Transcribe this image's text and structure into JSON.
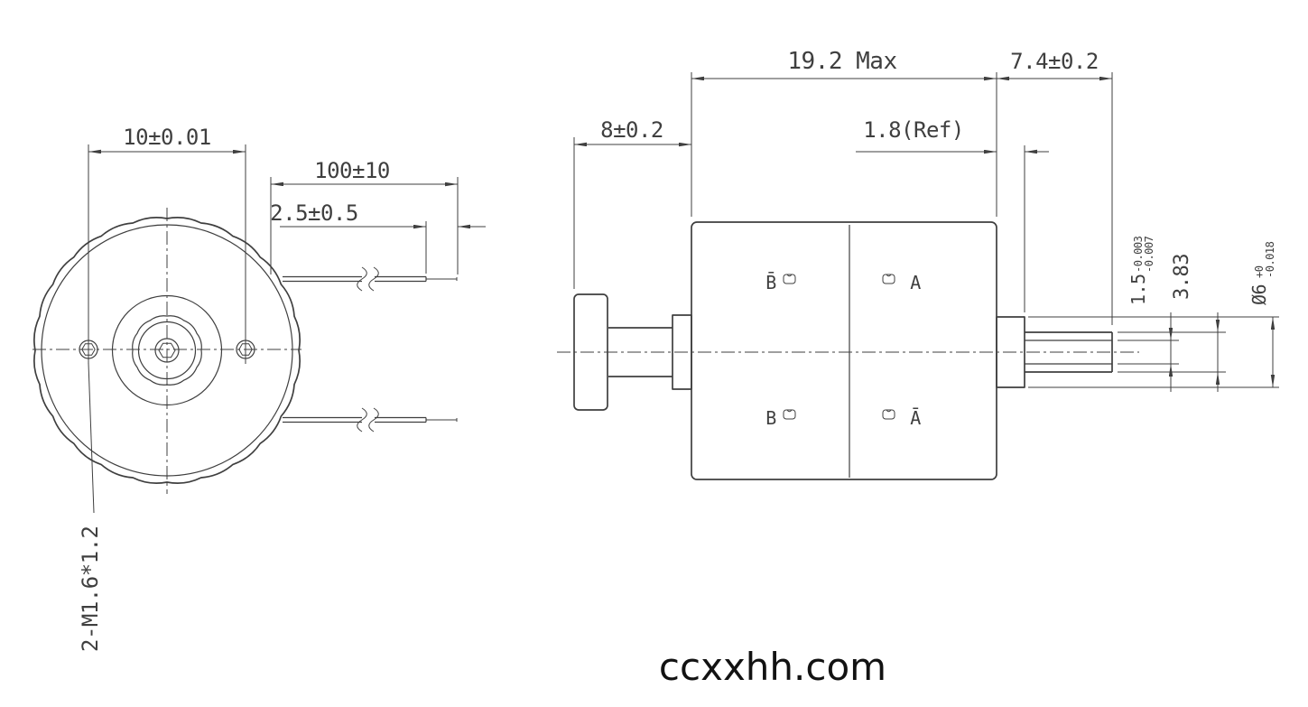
{
  "page": {
    "watermark": "ccxxhh.com"
  },
  "colors": {
    "line": "#3f3f3f",
    "background": "#ffffff"
  },
  "front_view": {
    "dim_hole_spacing": "10±0.01",
    "dim_lead_length": "100±10",
    "dim_strip_length": "2.5±0.5",
    "thread_callout": "2-M1.6*1.2"
  },
  "side_view": {
    "dim_body_length": "19.2 Max",
    "dim_shaft_extension": "7.4±0.2",
    "dim_rear_boss": "8±0.2",
    "dim_pilot_ref": "1.8(Ref)",
    "dim_flat_nominal": "1.5",
    "dim_flat_tol_upper": "-0.003",
    "dim_flat_tol_lower": "-0.007",
    "dim_flat_height": "3.83",
    "dim_shaft_dia_nominal": "Ø6",
    "dim_shaft_dia_tol_upper": "+0",
    "dim_shaft_dia_tol_lower": "-0.018",
    "phase_top_left": "B̄",
    "phase_top_right": "A",
    "phase_bottom_left": "B",
    "phase_bottom_right": "Ā"
  }
}
